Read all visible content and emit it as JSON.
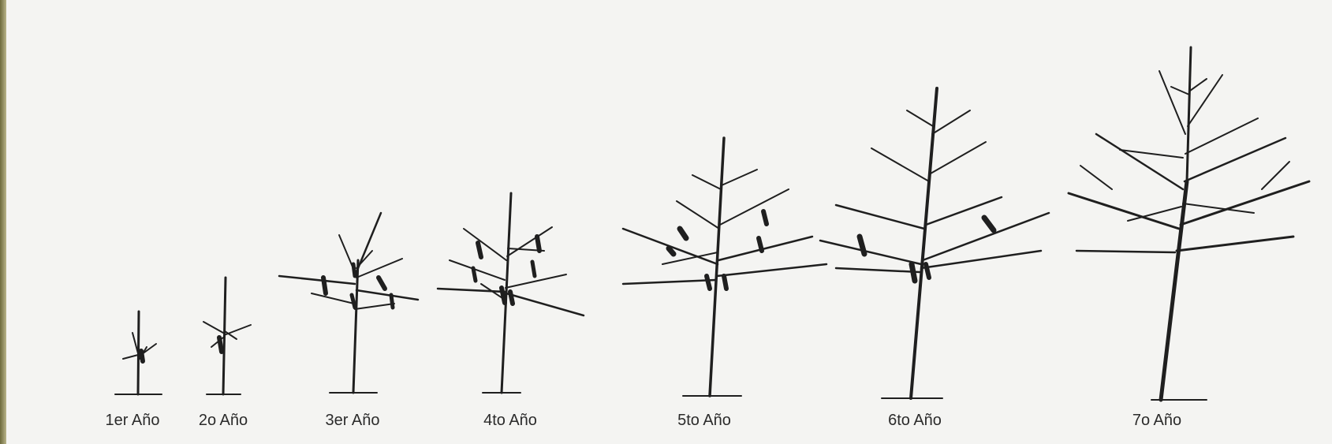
{
  "diagram": {
    "stages": [
      {
        "label": "1er Año"
      },
      {
        "label": "2o Año"
      },
      {
        "label": "3er Año"
      },
      {
        "label": "4to Año"
      },
      {
        "label": "5to Año"
      },
      {
        "label": "6to Año"
      },
      {
        "label": "7o Año"
      }
    ],
    "colors": {
      "ink": "#1f1f1f",
      "paper": "#f4f4f2"
    }
  }
}
